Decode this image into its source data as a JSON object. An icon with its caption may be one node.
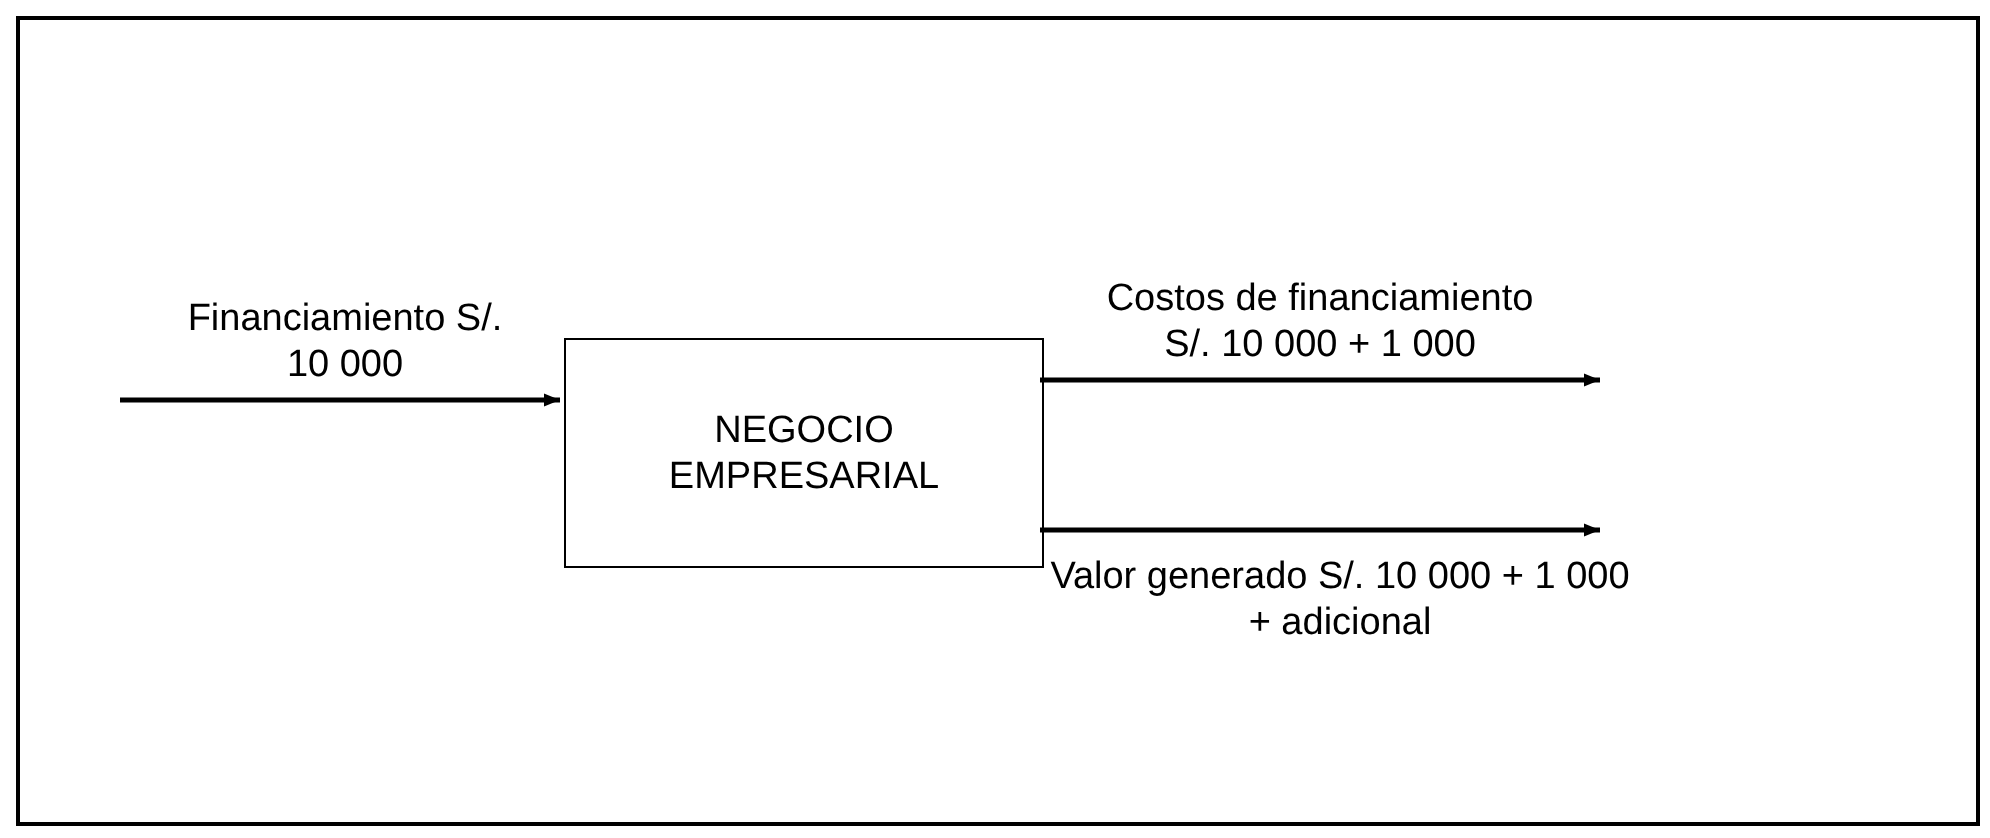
{
  "diagram": {
    "nodes": [
      {
        "text": [],
        "shape": "box"
      },
      {
        "text": [
          "NEGOCIO EMPRESARIAL"
        ],
        "in": 0
      }
    ],
    "edges": [
      {
        "from": null,
        "to": 1,
        "arrow": "to",
        "label": "Financiamiento S/. 10 000"
      },
      {
        "from": 1,
        "to": null,
        "arrow": "to",
        "label": "Costos de financiamiento S/. 10 000 + 1 000"
      },
      {
        "from": 1,
        "to": null,
        "arrow": "to",
        "label": "Valor generado S/. 10 000 + 1 000 + adicional"
      }
    ]
  }
}
